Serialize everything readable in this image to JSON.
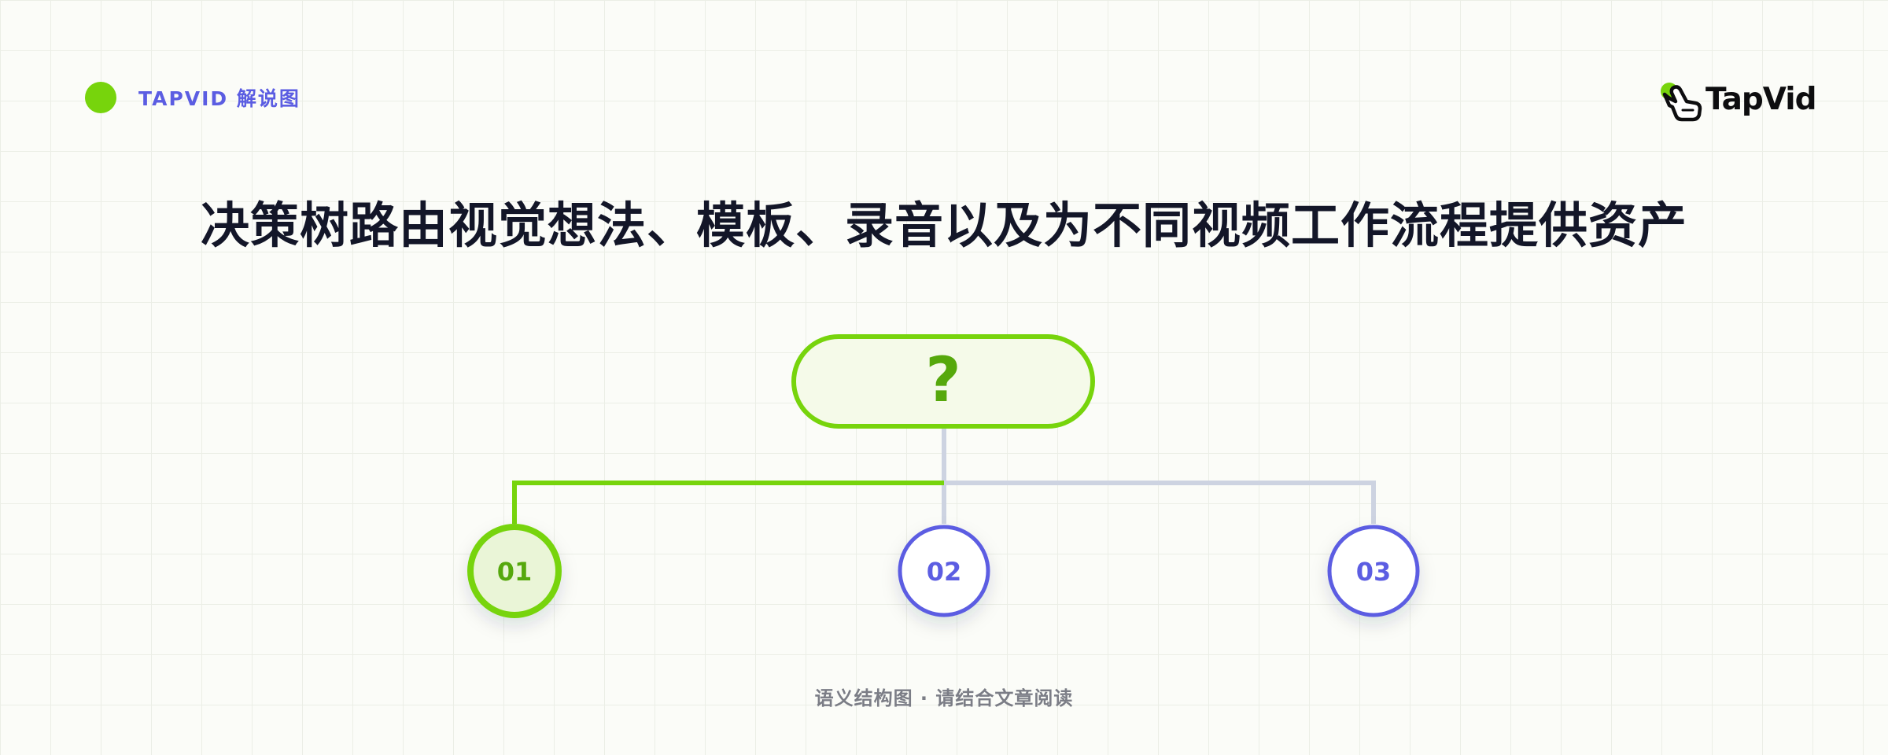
{
  "header": {
    "brand_label": "TAPVID 解说图",
    "logo_text": "TapVid"
  },
  "title": "决策树路由视觉想法、模板、录音以及为不同视频工作流程提供资产",
  "diagram": {
    "root": {
      "label": "?"
    },
    "nodes": [
      {
        "label": "01",
        "active": true
      },
      {
        "label": "02",
        "active": false
      },
      {
        "label": "03",
        "active": false
      }
    ]
  },
  "footer": "语义结构图 · 请结合文章阅读",
  "colors": {
    "accent_green": "#77d40c",
    "dark_green": "#56a80c",
    "node_blue": "#5b5de2",
    "connector_gray": "#cdd3e1",
    "title_text": "#131628",
    "footer_text": "#7b7d86"
  }
}
